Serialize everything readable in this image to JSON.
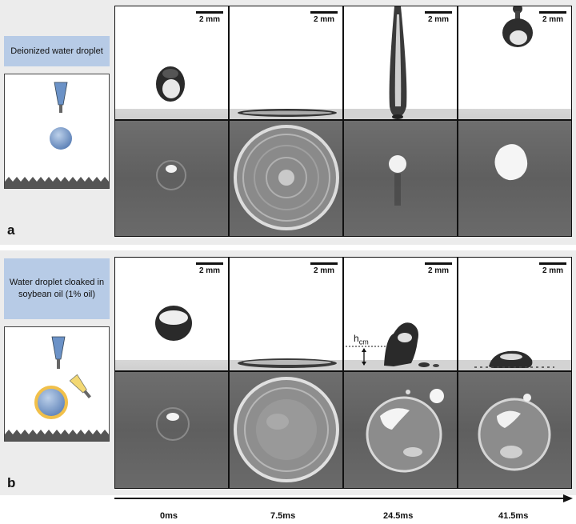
{
  "scale_label": "2 mm",
  "panels": [
    {
      "letter": "a",
      "condition": "Deionized water droplet"
    },
    {
      "letter": "b",
      "condition": "Water droplet cloaked in soybean oil (1% oil)"
    }
  ],
  "annotation": {
    "height_label": "h",
    "height_sub": "cm"
  },
  "time_labels": [
    "0ms",
    "7.5ms",
    "24.5ms",
    "41.5ms"
  ],
  "colors": {
    "label_box": "#b7cbe6",
    "panel_bg": "#ececec",
    "oil": "#f1c04a",
    "droplet": "#7fa0cd"
  }
}
